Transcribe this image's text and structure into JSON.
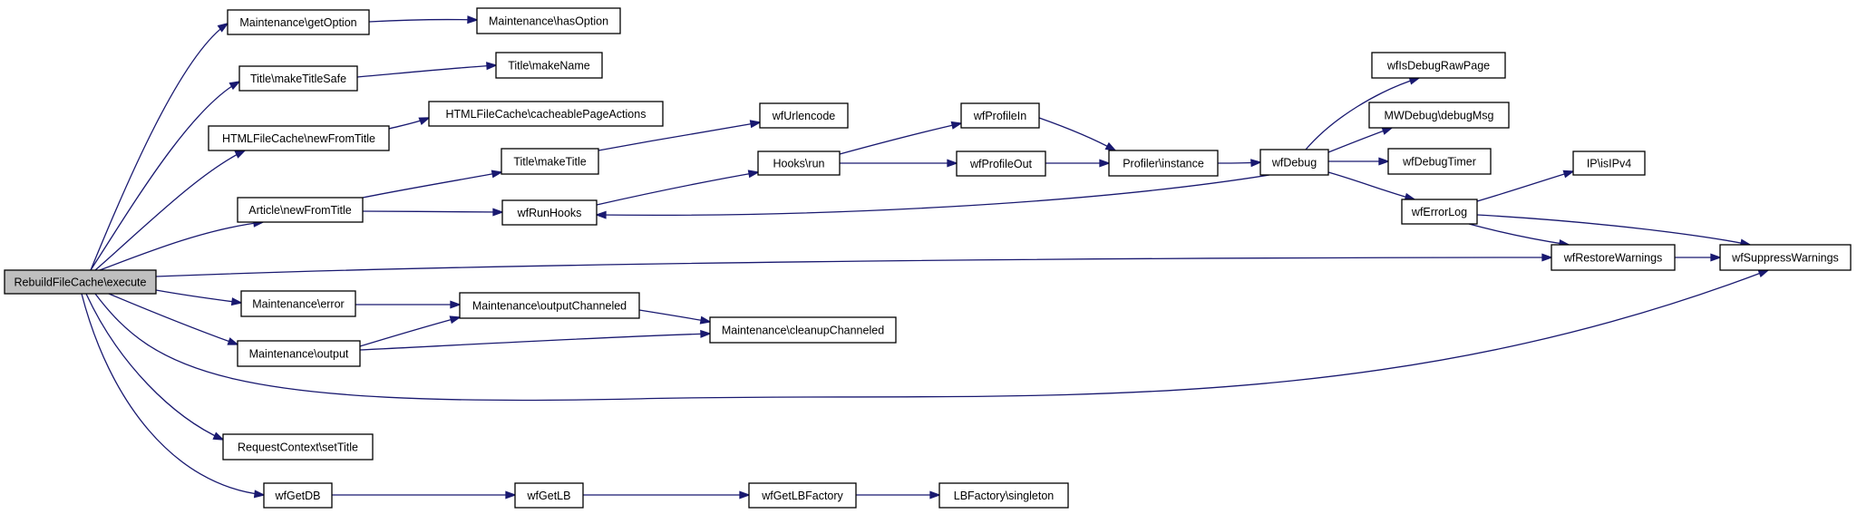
{
  "graph": {
    "title": "",
    "root": "RebuildFileCache\\execute",
    "nodes": [
      {
        "id": "root",
        "label": "RebuildFileCache\\execute"
      },
      {
        "id": "m_getOption",
        "label": "Maintenance\\getOption"
      },
      {
        "id": "m_hasOption",
        "label": "Maintenance\\hasOption"
      },
      {
        "id": "t_makeTitleSafe",
        "label": "Title\\makeTitleSafe"
      },
      {
        "id": "t_makeName",
        "label": "Title\\makeName"
      },
      {
        "id": "h_newFromTitle",
        "label": "HTMLFileCache\\newFromTitle"
      },
      {
        "id": "h_cacheable",
        "label": "HTMLFileCache\\cacheablePageActions"
      },
      {
        "id": "t_makeTitle",
        "label": "Title\\makeTitle"
      },
      {
        "id": "wfUrlencode",
        "label": "wfUrlencode"
      },
      {
        "id": "a_newFromTitle",
        "label": "Article\\newFromTitle"
      },
      {
        "id": "wfRunHooks",
        "label": "wfRunHooks"
      },
      {
        "id": "hooks_run",
        "label": "Hooks\\run"
      },
      {
        "id": "wfProfileIn",
        "label": "wfProfileIn"
      },
      {
        "id": "wfProfileOut",
        "label": "wfProfileOut"
      },
      {
        "id": "profiler",
        "label": "Profiler\\instance"
      },
      {
        "id": "wfDebug",
        "label": "wfDebug"
      },
      {
        "id": "wfIsDebugRawPage",
        "label": "wfIsDebugRawPage"
      },
      {
        "id": "mwdebug",
        "label": "MWDebug\\debugMsg"
      },
      {
        "id": "wfDebugTimer",
        "label": "wfDebugTimer"
      },
      {
        "id": "wfErrorLog",
        "label": "wfErrorLog"
      },
      {
        "id": "ip_isIPv4",
        "label": "IP\\isIPv4"
      },
      {
        "id": "wfRestoreWarnings",
        "label": "wfRestoreWarnings"
      },
      {
        "id": "wfSuppressWarnings",
        "label": "wfSuppressWarnings"
      },
      {
        "id": "m_error",
        "label": "Maintenance\\error"
      },
      {
        "id": "m_outputChanneled",
        "label": "Maintenance\\outputChanneled"
      },
      {
        "id": "m_output",
        "label": "Maintenance\\output"
      },
      {
        "id": "m_cleanupChanneled",
        "label": "Maintenance\\cleanupChanneled"
      },
      {
        "id": "rc_setTitle",
        "label": "RequestContext\\setTitle"
      },
      {
        "id": "wfGetDB",
        "label": "wfGetDB"
      },
      {
        "id": "wfGetLB",
        "label": "wfGetLB"
      },
      {
        "id": "wfGetLBFactory",
        "label": "wfGetLBFactory"
      },
      {
        "id": "lbf_singleton",
        "label": "LBFactory\\singleton"
      }
    ],
    "edges": [
      {
        "from": "root",
        "to": "m_getOption"
      },
      {
        "from": "m_getOption",
        "to": "m_hasOption"
      },
      {
        "from": "root",
        "to": "t_makeTitleSafe"
      },
      {
        "from": "t_makeTitleSafe",
        "to": "t_makeName"
      },
      {
        "from": "root",
        "to": "h_newFromTitle"
      },
      {
        "from": "h_newFromTitle",
        "to": "h_cacheable"
      },
      {
        "from": "root",
        "to": "a_newFromTitle"
      },
      {
        "from": "a_newFromTitle",
        "to": "t_makeTitle"
      },
      {
        "from": "a_newFromTitle",
        "to": "wfRunHooks"
      },
      {
        "from": "t_makeTitle",
        "to": "wfUrlencode"
      },
      {
        "from": "wfRunHooks",
        "to": "hooks_run"
      },
      {
        "from": "hooks_run",
        "to": "wfProfileIn"
      },
      {
        "from": "hooks_run",
        "to": "wfProfileOut"
      },
      {
        "from": "wfProfileIn",
        "to": "profiler"
      },
      {
        "from": "wfProfileOut",
        "to": "profiler"
      },
      {
        "from": "profiler",
        "to": "wfDebug"
      },
      {
        "from": "wfDebug",
        "to": "wfIsDebugRawPage"
      },
      {
        "from": "wfDebug",
        "to": "mwdebug"
      },
      {
        "from": "wfDebug",
        "to": "wfDebugTimer"
      },
      {
        "from": "wfDebug",
        "to": "wfErrorLog"
      },
      {
        "from": "wfDebug",
        "to": "wfRunHooks"
      },
      {
        "from": "wfErrorLog",
        "to": "ip_isIPv4"
      },
      {
        "from": "wfErrorLog",
        "to": "wfRestoreWarnings"
      },
      {
        "from": "wfErrorLog",
        "to": "wfSuppressWarnings"
      },
      {
        "from": "root",
        "to": "wfRestoreWarnings"
      },
      {
        "from": "wfRestoreWarnings",
        "to": "wfSuppressWarnings"
      },
      {
        "from": "root",
        "to": "m_error"
      },
      {
        "from": "m_error",
        "to": "m_outputChanneled"
      },
      {
        "from": "root",
        "to": "m_output"
      },
      {
        "from": "m_output",
        "to": "m_outputChanneled"
      },
      {
        "from": "m_output",
        "to": "m_cleanupChanneled"
      },
      {
        "from": "m_outputChanneled",
        "to": "m_cleanupChanneled"
      },
      {
        "from": "root",
        "to": "wfSuppressWarnings"
      },
      {
        "from": "root",
        "to": "rc_setTitle"
      },
      {
        "from": "root",
        "to": "wfGetDB"
      },
      {
        "from": "wfGetDB",
        "to": "wfGetLB"
      },
      {
        "from": "wfGetLB",
        "to": "wfGetLBFactory"
      },
      {
        "from": "wfGetLBFactory",
        "to": "lbf_singleton"
      }
    ]
  },
  "colors": {
    "edge": "#191970",
    "node_border": "#000000",
    "node_fill": "#ffffff",
    "root_fill": "#bfbfbf"
  }
}
